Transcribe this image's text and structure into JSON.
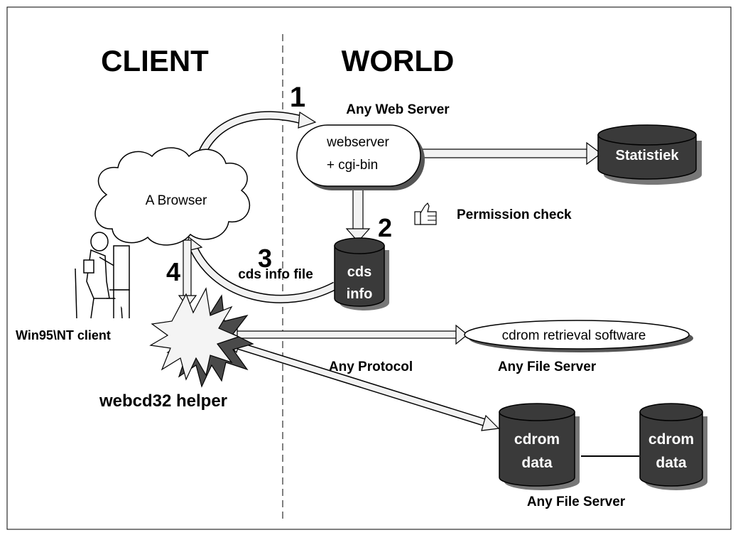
{
  "headings": {
    "client": "CLIENT",
    "world": "WORLD"
  },
  "steps": {
    "one": "1",
    "two": "2",
    "three": "3",
    "four": "4"
  },
  "webserver": {
    "caption": "Any Web Server",
    "line1": "webserver",
    "line2": "+ cgi-bin"
  },
  "statistiek": {
    "label": "Statistiek"
  },
  "browser": {
    "label": "A Browser"
  },
  "permission": {
    "label": "Permission check"
  },
  "cds_info": {
    "line1": "cds",
    "line2": "info",
    "arrow_label": "cds info file"
  },
  "client": {
    "label": "Win95\\NT client",
    "helper_label": "webcd32 helper"
  },
  "retrieval": {
    "label": "cdrom retrieval software",
    "caption": "Any File Server"
  },
  "protocol": {
    "label": "Any Protocol"
  },
  "cdrom_data_1": {
    "line1": "cdrom",
    "line2": "data"
  },
  "cdrom_data_2": {
    "line1": "cdrom",
    "line2": "data"
  },
  "file_server_bottom": {
    "caption": "Any File Server"
  },
  "colors": {
    "cylinder_dark": "#3a3a3a",
    "cylinder_shadow": "#6a6a6a",
    "arrow_fill": "#f2f2f2",
    "line": "#000000"
  }
}
